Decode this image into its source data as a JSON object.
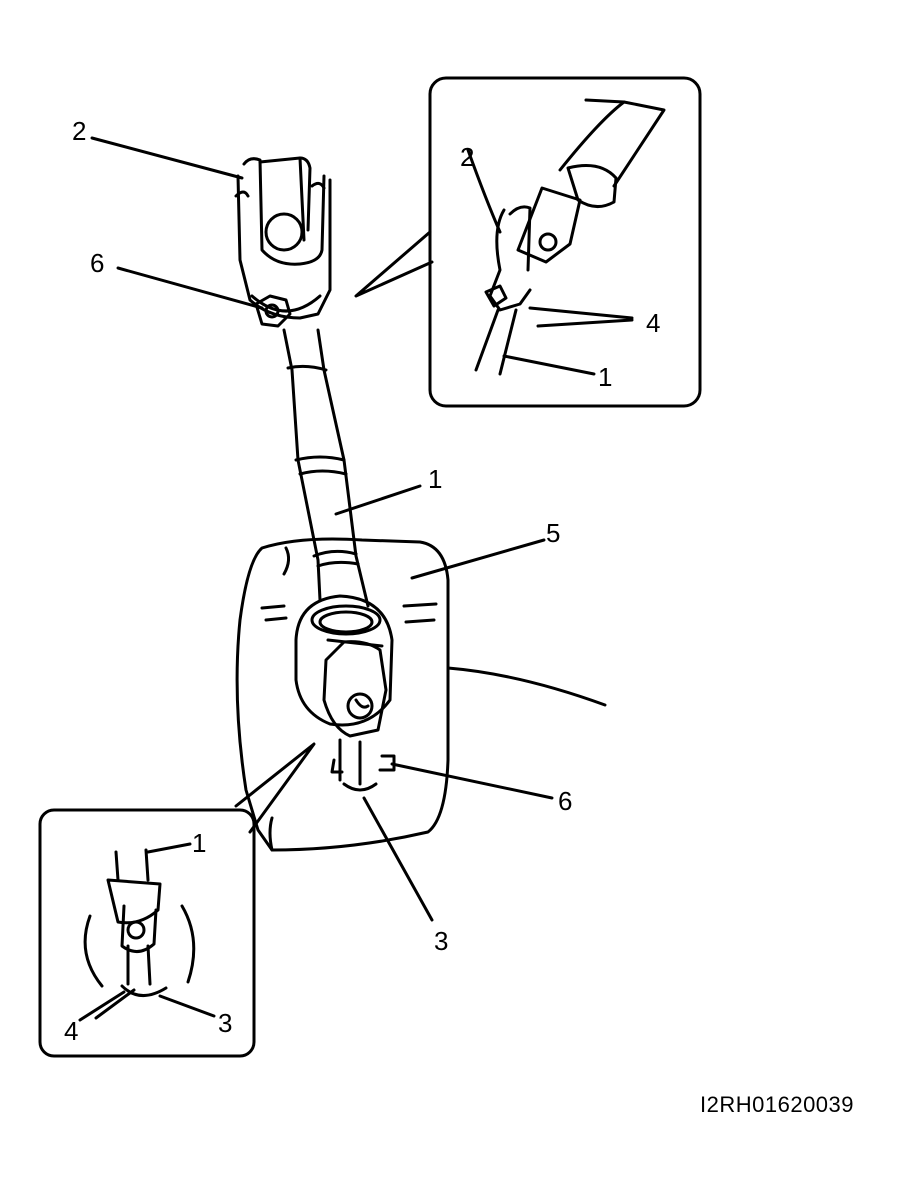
{
  "figure": {
    "code": "I2RH01620039",
    "callouts": {
      "main_2": "2",
      "main_6_top": "6",
      "main_1": "1",
      "main_5": "5",
      "main_6_bottom": "6",
      "main_3": "3",
      "inset_top_2": "2",
      "inset_top_4": "4",
      "inset_top_1": "1",
      "inset_bottom_1": "1",
      "inset_bottom_4": "4",
      "inset_bottom_3": "3"
    }
  }
}
